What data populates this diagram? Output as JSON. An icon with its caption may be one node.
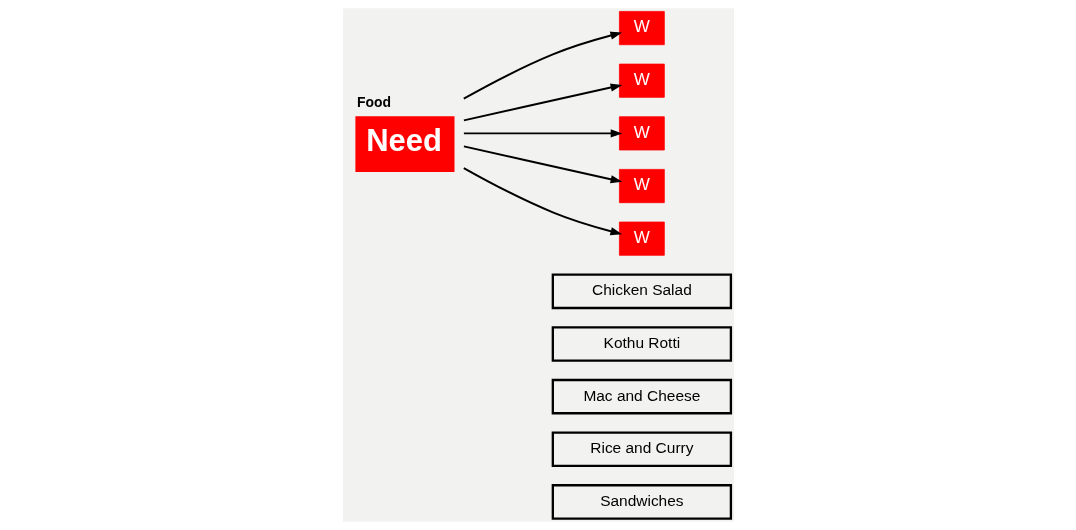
{
  "diagram": {
    "nodes": [
      {
        "text": [
          "Food",
          "Need"
        ]
      },
      {
        "text": [
          "W"
        ]
      },
      {
        "text": [
          "Sandwiches"
        ]
      },
      {
        "text": [
          "W"
        ]
      },
      {
        "text": [
          "Rice and Curry"
        ]
      },
      {
        "text": [
          "W"
        ]
      },
      {
        "text": [
          "Mac and Cheese"
        ]
      },
      {
        "text": [
          "W"
        ]
      },
      {
        "text": [
          "Kothu Rotti"
        ]
      },
      {
        "text": [
          "W"
        ]
      },
      {
        "text": [
          "Chicken Salad"
        ]
      }
    ],
    "edges": [
      {
        "from": 0,
        "to": 1,
        "arrow": "to"
      },
      {
        "from": 0,
        "to": 3,
        "arrow": "to"
      },
      {
        "from": 0,
        "to": 5,
        "arrow": "to"
      },
      {
        "from": 0,
        "to": 7,
        "arrow": "to"
      },
      {
        "from": 0,
        "to": 9,
        "arrow": "to"
      }
    ]
  }
}
